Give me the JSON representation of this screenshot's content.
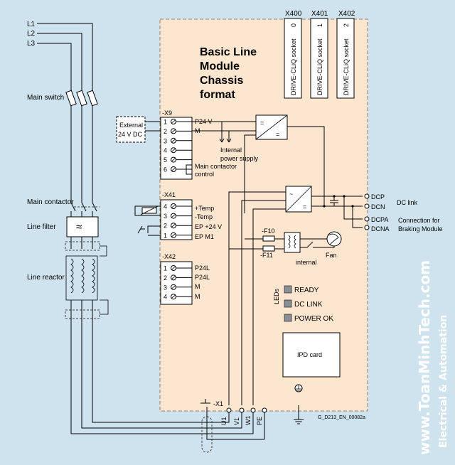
{
  "phases": [
    "L1",
    "L2",
    "L3"
  ],
  "left_labels": {
    "main_switch": "Main switch",
    "main_contactor": "Main contactor",
    "line_filter": "Line filter",
    "line_reactor": "Line reactor"
  },
  "module_title": [
    "Basic Line",
    "Module",
    "Chassis",
    "format"
  ],
  "sockets": [
    {
      "header": "X400",
      "label": "DRIVE-CLiQ socket",
      "num": "0"
    },
    {
      "header": "X401",
      "label": "DRIVE-CLiQ socket",
      "num": "1"
    },
    {
      "header": "X402",
      "label": "DRIVE-CLiQ socket",
      "num": "2"
    }
  ],
  "x9": {
    "header": "-X9",
    "ext_box": [
      "External",
      "24 V DC"
    ],
    "pins": [
      "1",
      "2",
      "3",
      "4",
      "5",
      "6"
    ],
    "p24": "P24 V",
    "m": "M",
    "internal_ps": [
      "Internal",
      "power supply"
    ],
    "main_contactor_ctrl": [
      "Main contactor",
      "control"
    ]
  },
  "x41": {
    "header": "-X41",
    "pins": [
      "4",
      "3",
      "2",
      "1"
    ],
    "signals": [
      "+Temp",
      "-Temp",
      "EP +24 V",
      "EP M1"
    ]
  },
  "x42": {
    "header": "-X42",
    "pins": [
      "1",
      "2",
      "3",
      "4"
    ],
    "signals": [
      "P24L",
      "P24L",
      "M",
      "M"
    ]
  },
  "dc": {
    "terminals": [
      "DCP",
      "DCN",
      "DCPA",
      "DCNA"
    ],
    "dc_link": "DC link",
    "braking": [
      "Connection for",
      "Braking Module"
    ]
  },
  "fan_section": {
    "f10": "-F10",
    "f11": "-F11",
    "fan": "Fan",
    "internal": "internal"
  },
  "leds": {
    "title": "LEDs",
    "items": [
      "READY",
      "DC LINK",
      "POWER OK"
    ]
  },
  "ipd": "IPD card",
  "x1": {
    "header": "-X1",
    "terminals": [
      "U1",
      "V1",
      "W1",
      "PE"
    ]
  },
  "drawing_code": "G_D213_EN_00082a",
  "watermark": [
    "www.ToanMinhTech.com",
    "Electrical & Automation"
  ],
  "colors": {
    "module_fill": "#fde6d0",
    "background": "#cfe3ef",
    "led": "#8a8f94"
  }
}
